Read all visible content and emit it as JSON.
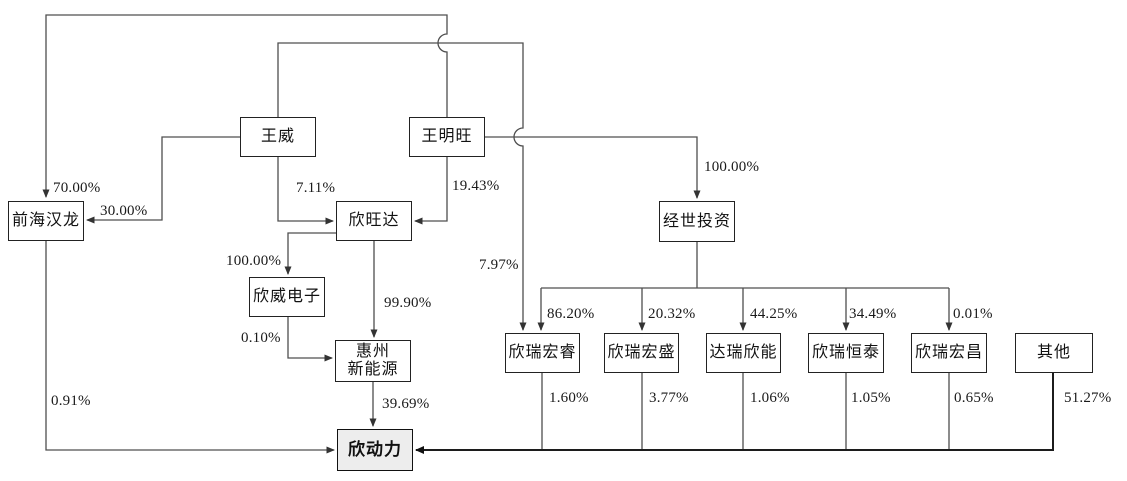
{
  "diagram": {
    "type": "equity-ownership-structure",
    "colors": {
      "background": "#ffffff",
      "line": "#4f4f4f",
      "bold_line": "#1c1c1c",
      "box_border": "#222222",
      "box_fill": "#ffffff",
      "highlight_box_fill": "#ededed",
      "text": "#111111"
    },
    "nodes": {
      "qianhai_hanlong": {
        "label": "前海汉龙"
      },
      "wang_wei": {
        "label": "王威"
      },
      "wang_mingwang": {
        "label": "王明旺"
      },
      "xinwangda": {
        "label": "欣旺达"
      },
      "xinwei_dianzi": {
        "label": "欣威电子"
      },
      "huizhou_xinnengyuan": {
        "label": "惠州新能源",
        "line1": "惠州",
        "line2": "新能源"
      },
      "jingshi_touzi": {
        "label": "经世投资"
      },
      "xinrui_hongrui": {
        "label": "欣瑞宏睿"
      },
      "xinrui_hongsheng": {
        "label": "欣瑞宏盛"
      },
      "darui_xinneng": {
        "label": "达瑞欣能"
      },
      "xinrui_hengtai": {
        "label": "欣瑞恒泰"
      },
      "xinrui_hongchang": {
        "label": "欣瑞宏昌"
      },
      "qita": {
        "label": "其他"
      },
      "xindongli": {
        "label": "欣动力"
      }
    },
    "edges": [
      {
        "from": "王明旺",
        "to": "前海汉龙",
        "label": "70.00%"
      },
      {
        "from": "王威",
        "to": "前海汉龙",
        "label": "30.00%"
      },
      {
        "from": "王威",
        "to": "欣旺达",
        "label": "7.11%"
      },
      {
        "from": "王明旺",
        "to": "欣旺达",
        "label": "19.43%"
      },
      {
        "from": "王明旺",
        "to": "经世投资",
        "label": "100.00%"
      },
      {
        "from": "王威",
        "to": "欣瑞宏睿",
        "label": "7.97%"
      },
      {
        "from": "欣旺达",
        "to": "欣威电子",
        "label": "100.00%"
      },
      {
        "from": "欣旺达",
        "to": "惠州新能源",
        "label": "99.90%"
      },
      {
        "from": "欣威电子",
        "to": "惠州新能源",
        "label": "0.10%"
      },
      {
        "from": "惠州新能源",
        "to": "欣动力",
        "label": "39.69%"
      },
      {
        "from": "前海汉龙",
        "to": "欣动力",
        "label": "0.91%"
      },
      {
        "from": "经世投资",
        "to": "欣瑞宏睿",
        "label": "86.20%"
      },
      {
        "from": "经世投资",
        "to": "欣瑞宏盛",
        "label": "20.32%"
      },
      {
        "from": "经世投资",
        "to": "达瑞欣能",
        "label": "44.25%"
      },
      {
        "from": "经世投资",
        "to": "欣瑞恒泰",
        "label": "34.49%"
      },
      {
        "from": "经世投资",
        "to": "欣瑞宏昌",
        "label": "0.01%"
      },
      {
        "from": "欣瑞宏睿",
        "to": "欣动力",
        "label": "1.60%"
      },
      {
        "from": "欣瑞宏盛",
        "to": "欣动力",
        "label": "3.77%"
      },
      {
        "from": "达瑞欣能",
        "to": "欣动力",
        "label": "1.06%"
      },
      {
        "from": "欣瑞恒泰",
        "to": "欣动力",
        "label": "1.05%"
      },
      {
        "from": "欣瑞宏昌",
        "to": "欣动力",
        "label": "0.65%"
      },
      {
        "from": "其他",
        "to": "欣动力",
        "label": "51.27%"
      }
    ]
  }
}
